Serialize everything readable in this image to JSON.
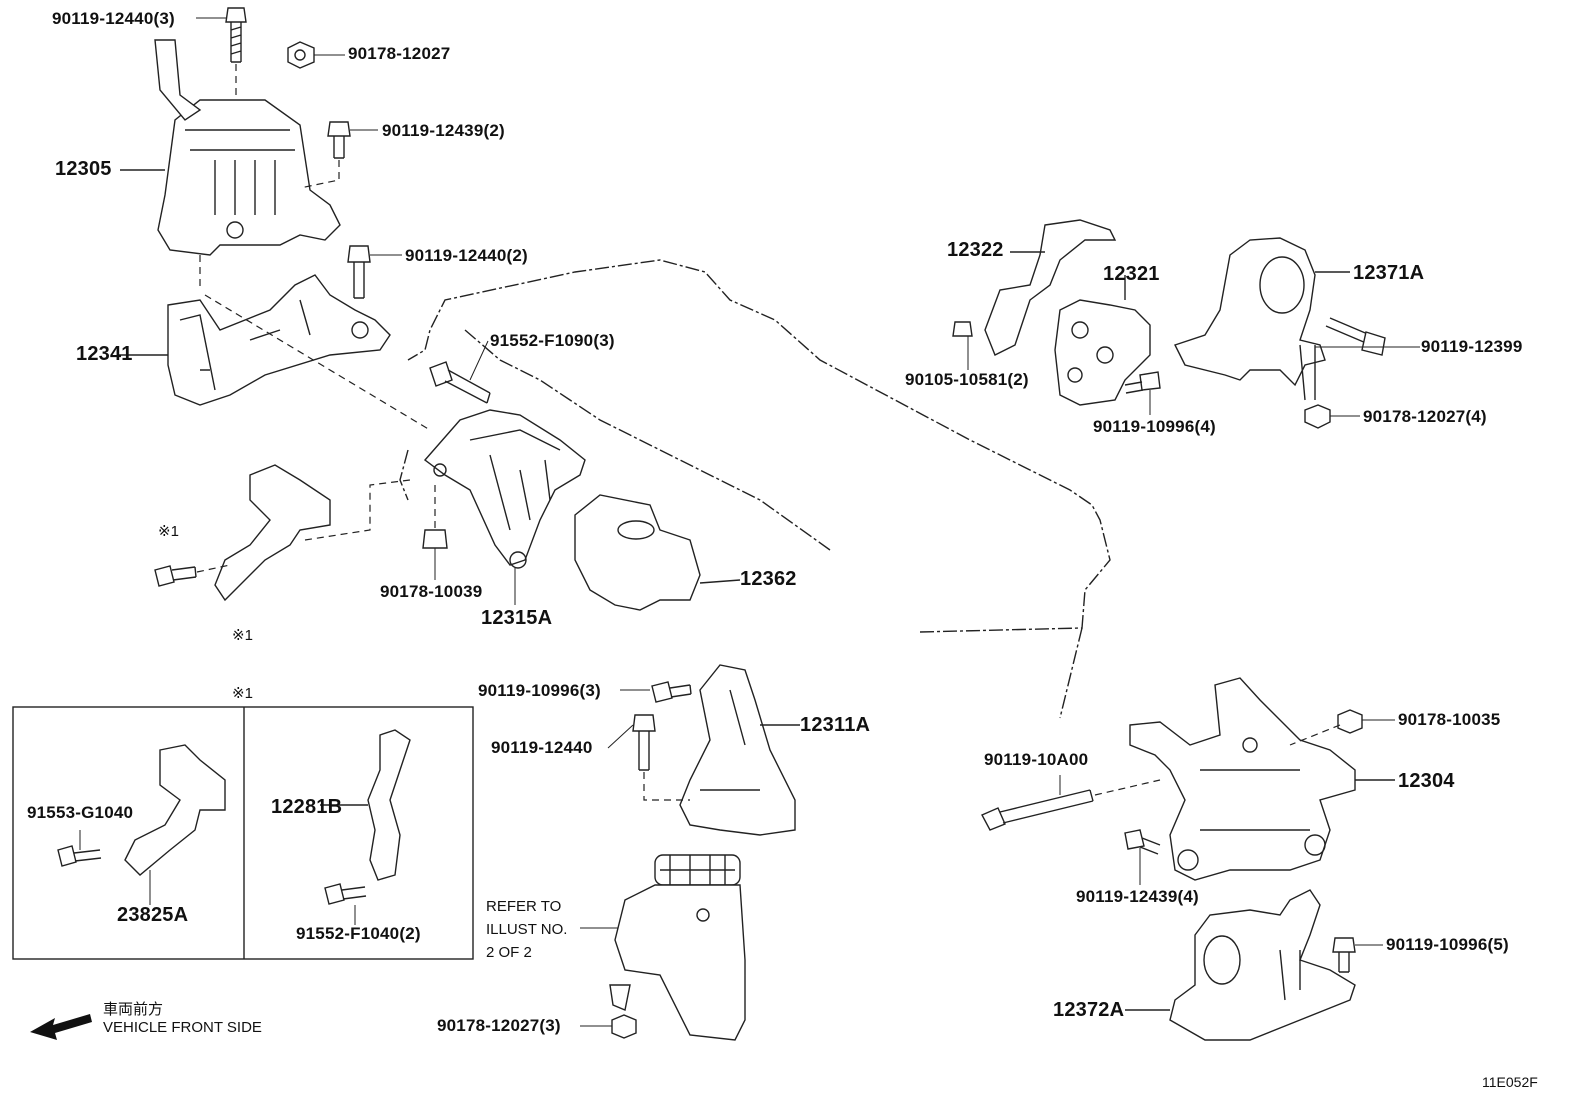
{
  "labels": {
    "p1": "90119-12440(3)",
    "p2": "90178-12027",
    "p3": "90119-12439(2)",
    "p4": "12305",
    "p5": "90119-12440(2)",
    "p6": "12341",
    "p7": "91552-F1090(3)",
    "p8": "90178-10039",
    "p9": "12315A",
    "p10": "12362",
    "p11": "12322",
    "p12": "12321",
    "p13": "12371A",
    "p14": "90105-10581(2)",
    "p15": "90119-10996(4)",
    "p16": "90119-12399",
    "p17": "90178-12027(4)",
    "p18": "90119-10996(3)",
    "p19": "90119-12440",
    "p20": "12311A",
    "p21": "90119-10A00",
    "p22": "90178-10035",
    "p23": "12304",
    "p24": "90119-12439(4)",
    "p25": "90119-10996(5)",
    "p26": "12372A",
    "p27": "90178-12027(3)",
    "p28": "91553-G1040",
    "p29": "23825A",
    "p30": "12281B",
    "p31": "91552-F1040(2)"
  },
  "marks": {
    "note_a": "※1",
    "note_b": "※1",
    "note_c": "※1"
  },
  "refer": {
    "line1": "REFER TO",
    "line2": "ILLUST NO.",
    "line3": "2 OF 2"
  },
  "direction": {
    "jp": "車両前方",
    "en": "VEHICLE FRONT SIDE"
  },
  "figure_code": "11E052F"
}
